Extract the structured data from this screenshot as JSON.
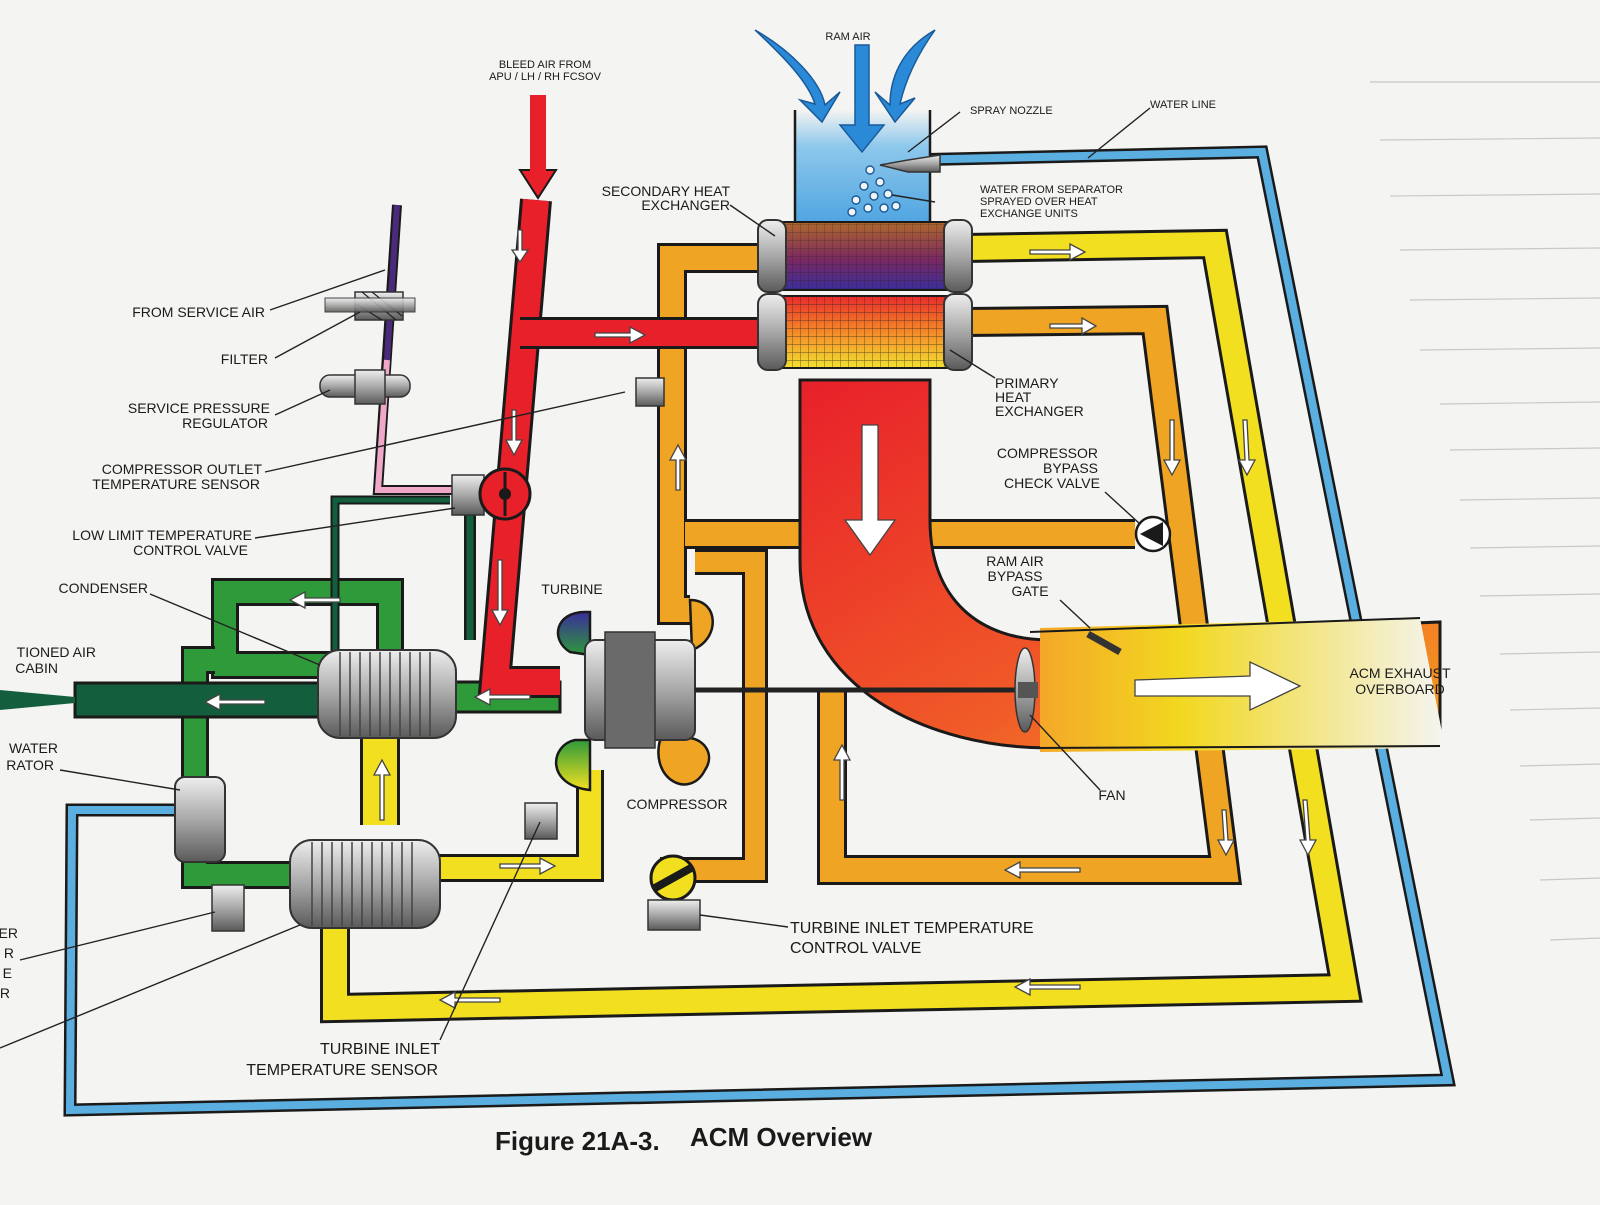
{
  "figure": {
    "caption_number": "Figure 21A-3.",
    "caption_title": "ACM Overview"
  },
  "labels": {
    "ram_air": "RAM AIR",
    "bleed_air_1": "BLEED AIR FROM",
    "bleed_air_2": "APU / LH / RH FCSOV",
    "spray_nozzle": "SPRAY NOZZLE",
    "water_line": "WATER LINE",
    "water_sep_1": "WATER FROM SEPARATOR",
    "water_sep_2": "SPRAYED OVER HEAT",
    "water_sep_3": "EXCHANGE UNITS",
    "secondary_hx_1": "SECONDARY HEAT",
    "secondary_hx_2": "EXCHANGER",
    "primary_hx_1": "PRIMARY",
    "primary_hx_2": "HEAT",
    "primary_hx_3": "EXCHANGER",
    "from_service_air": "FROM SERVICE AIR",
    "filter": "FILTER",
    "service_pressure_1": "SERVICE PRESSURE",
    "service_pressure_2": "REGULATOR",
    "comp_outlet_1": "COMPRESSOR OUTLET",
    "comp_outlet_2": "TEMPERATURE SENSOR",
    "low_limit_1": "LOW LIMIT TEMPERATURE",
    "low_limit_2": "CONTROL VALVE",
    "condenser": "CONDENSER",
    "conditioned_1": "TIONED AIR",
    "conditioned_2": "CABIN",
    "water_separator_1": "WATER",
    "water_separator_2": "RATOR",
    "turbine": "TURBINE",
    "compressor": "COMPRESSOR",
    "comp_bypass_1": "COMPRESSOR",
    "comp_bypass_2": "BYPASS",
    "comp_bypass_3": "CHECK VALVE",
    "ram_bypass_1": "RAM AIR",
    "ram_bypass_2": "BYPASS",
    "ram_bypass_3": "GATE",
    "acm_exhaust_1": "ACM EXHAUST",
    "acm_exhaust_2": "OVERBOARD",
    "fan": "FAN",
    "tit_valve_1": "TURBINE INLET TEMPERATURE",
    "tit_valve_2": "CONTROL VALVE",
    "tit_sensor_1": "TURBINE INLET",
    "tit_sensor_2": "TEMPERATURE SENSOR",
    "cut_1": "ER",
    "cut_2": "R",
    "cut_3": "E",
    "cut_4": "R"
  },
  "colors": {
    "bleed_hot": "#e8202a",
    "warm_orange": "#f0a424",
    "cool_yellow": "#f2e020",
    "conditioned_green": "#2e9a3a",
    "dark_green": "#135e3c",
    "water_blue": "#5aaee0",
    "service_purple": "#4a2a7a",
    "service_pink": "#f0a8c8",
    "ram_blue": "#2a8ad8",
    "metal": "#b8b8b8"
  }
}
